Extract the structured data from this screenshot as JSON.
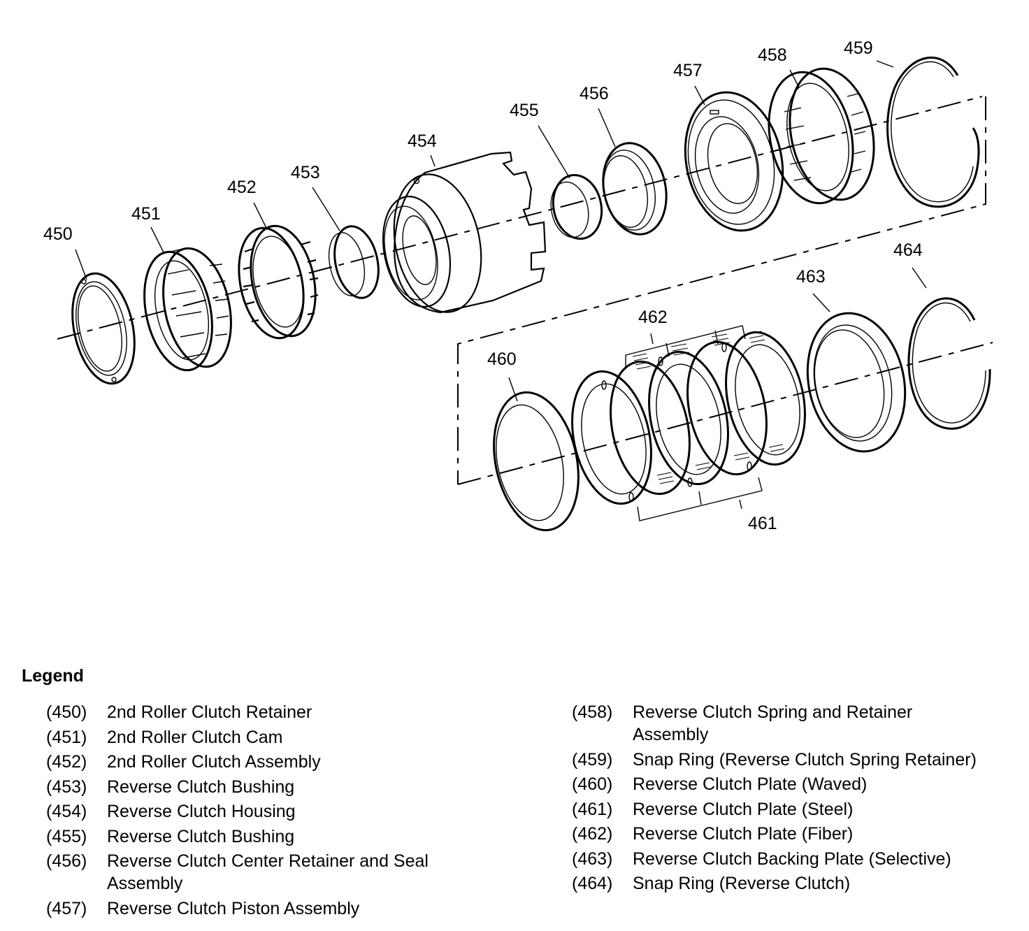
{
  "diagram": {
    "title": "Reverse Clutch and 2nd Roller Clutch Exploded View",
    "callouts": [
      "450",
      "451",
      "452",
      "453",
      "454",
      "455",
      "456",
      "457",
      "458",
      "459",
      "460",
      "461",
      "462",
      "463",
      "464"
    ]
  },
  "legend": {
    "title": "Legend",
    "left": [
      {
        "num": "(450)",
        "desc": "2nd Roller Clutch Retainer"
      },
      {
        "num": "(451)",
        "desc": "2nd Roller Clutch Cam"
      },
      {
        "num": "(452)",
        "desc": "2nd Roller Clutch Assembly"
      },
      {
        "num": "(453)",
        "desc": "Reverse Clutch Bushing"
      },
      {
        "num": "(454)",
        "desc": "Reverse Clutch Housing"
      },
      {
        "num": "(455)",
        "desc": "Reverse Clutch Bushing"
      },
      {
        "num": "(456)",
        "desc": "Reverse Clutch Center Retainer and Seal Assembly"
      },
      {
        "num": "(457)",
        "desc": "Reverse Clutch Piston Assembly"
      }
    ],
    "right": [
      {
        "num": "(458)",
        "desc": "Reverse Clutch Spring and Retainer Assembly"
      },
      {
        "num": "(459)",
        "desc": "Snap Ring (Reverse Clutch Spring Retainer)"
      },
      {
        "num": "(460)",
        "desc": "Reverse Clutch Plate (Waved)"
      },
      {
        "num": "(461)",
        "desc": "Reverse Clutch Plate (Steel)"
      },
      {
        "num": "(462)",
        "desc": "Reverse Clutch Plate (Fiber)"
      },
      {
        "num": "(463)",
        "desc": "Reverse Clutch Backing Plate (Selective)"
      },
      {
        "num": "(464)",
        "desc": "Snap Ring (Reverse Clutch)"
      }
    ]
  }
}
